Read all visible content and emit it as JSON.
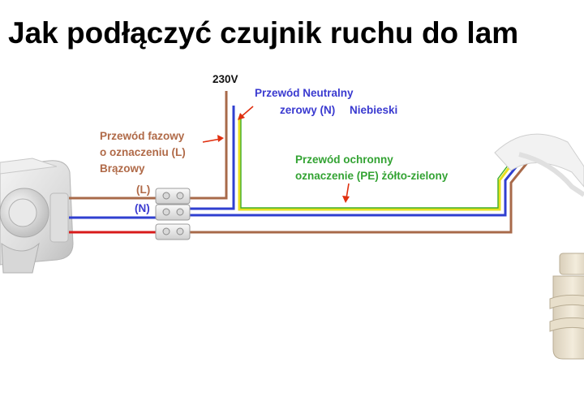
{
  "title": "Jak podłączyć czujnik ruchu do lam",
  "labels": {
    "voltage": "230V",
    "neutral_line1": "Przewód Neutralny",
    "neutral_line2": "zerowy (N)",
    "neutral_line3": "Niebieski",
    "phase_line1": "Przewód fazowy",
    "phase_line2": "o oznaczeniu (L)",
    "phase_line3": "Brązowy",
    "protective_line1": "Przewód ochronny",
    "protective_line2": "oznaczenie (PE) żółto-zielony",
    "terminal_l": "(L)",
    "terminal_n": "(N)"
  },
  "colors": {
    "phase": "#a86a4a",
    "neutral": "#2f3fd0",
    "protective_yellow": "#e8e020",
    "protective_green": "#3fae2a",
    "sensor_red": "#d81a1a",
    "phase_text": "#b06a48",
    "neutral_text": "#3a3ad0",
    "protective_text": "#33a333",
    "arrow": "#e03010"
  },
  "icons": [
    "motion-sensor-device",
    "terminal-block",
    "lamp-holder-socket"
  ]
}
